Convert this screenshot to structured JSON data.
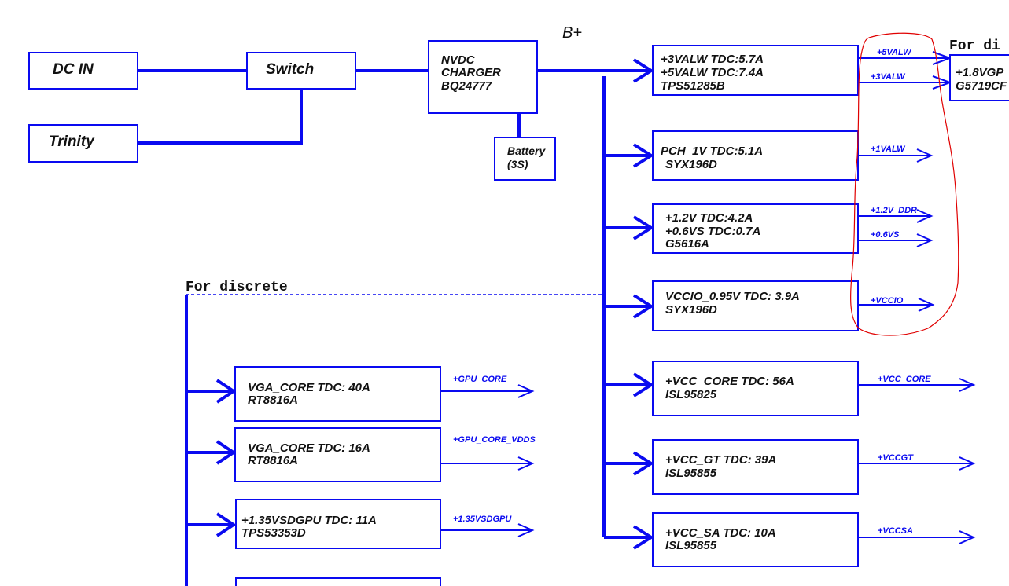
{
  "inputs": {
    "dc_in": "DC IN",
    "trinity": "Trinity",
    "switch": "Switch"
  },
  "charger": {
    "lines": [
      "NVDC",
      "CHARGER",
      "BQ24777"
    ]
  },
  "battery": {
    "lines": [
      "Battery",
      "(3S)"
    ]
  },
  "bus_label": "B+",
  "discrete_label": "For discrete",
  "discrete_label_right": "For di",
  "right_blocks": [
    {
      "lines": [
        "+3VALW       TDC:5.7A",
        "+5VALW       TDC:7.4A",
        "TPS51285B"
      ],
      "rails": [
        "+5VALW",
        "+3VALW"
      ]
    },
    {
      "lines": [
        " PCH_1V    TDC:5.1A",
        "SYX196D"
      ],
      "rails": [
        "+1VALW"
      ]
    },
    {
      "lines": [
        "+1.2V        TDC:4.2A",
        "+0.6VS     TDC:0.7A",
        "G5616A"
      ],
      "rails": [
        "+1.2V_DDR",
        "+0.6VS"
      ]
    },
    {
      "lines": [
        "VCCIO_0.95V  TDC: 3.9A",
        "SYX196D"
      ],
      "rails": [
        "+VCCIO"
      ]
    },
    {
      "lines": [
        "+VCC_CORE      TDC: 56A",
        "ISL95825"
      ],
      "rails": [
        "+VCC_CORE"
      ]
    },
    {
      "lines": [
        "+VCC_GT      TDC: 39A",
        "ISL95855"
      ],
      "rails": [
        "+VCCGT"
      ]
    },
    {
      "lines": [
        "+VCC_SA      TDC: 10A",
        "ISL95855"
      ],
      "rails": [
        "+VCCSA"
      ]
    }
  ],
  "gpu_ldo": {
    "lines": [
      "+1.8VGP",
      "G5719CF"
    ]
  },
  "left_blocks": [
    {
      "lines": [
        "VGA_CORE       TDC: 40A",
        "RT8816A"
      ],
      "rails": [
        "+GPU_CORE"
      ]
    },
    {
      "lines": [
        "VGA_CORE       TDC: 16A",
        "RT8816A"
      ],
      "rails": [
        "+GPU_CORE_VDDS"
      ]
    },
    {
      "lines": [
        "+1.35VSDGPU  TDC: 11A",
        "TPS53353D"
      ],
      "rails": [
        "+1.35VSDGPU"
      ]
    }
  ],
  "colors": {
    "line": "#0a0af0",
    "annotation": "#e00000",
    "text": "#111111"
  }
}
